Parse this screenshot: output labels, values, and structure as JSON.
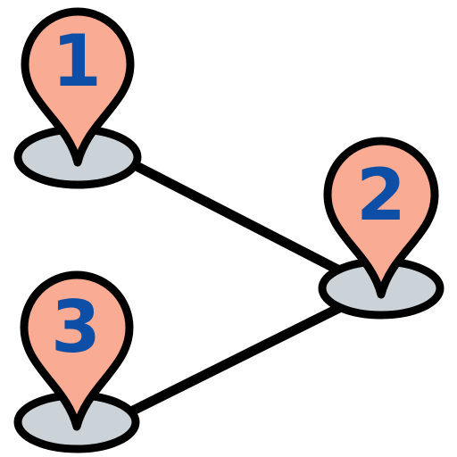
{
  "colors": {
    "pin_fill": "#FAAB93",
    "base_fill": "#CCD3D8",
    "outline": "#000000",
    "number": "#0D4EA6",
    "background": "#FFFFFF"
  },
  "icons": {
    "pin": "map-pin-icon",
    "route": "route-line"
  },
  "pins": [
    {
      "label": "1"
    },
    {
      "label": "2"
    },
    {
      "label": "3"
    }
  ]
}
